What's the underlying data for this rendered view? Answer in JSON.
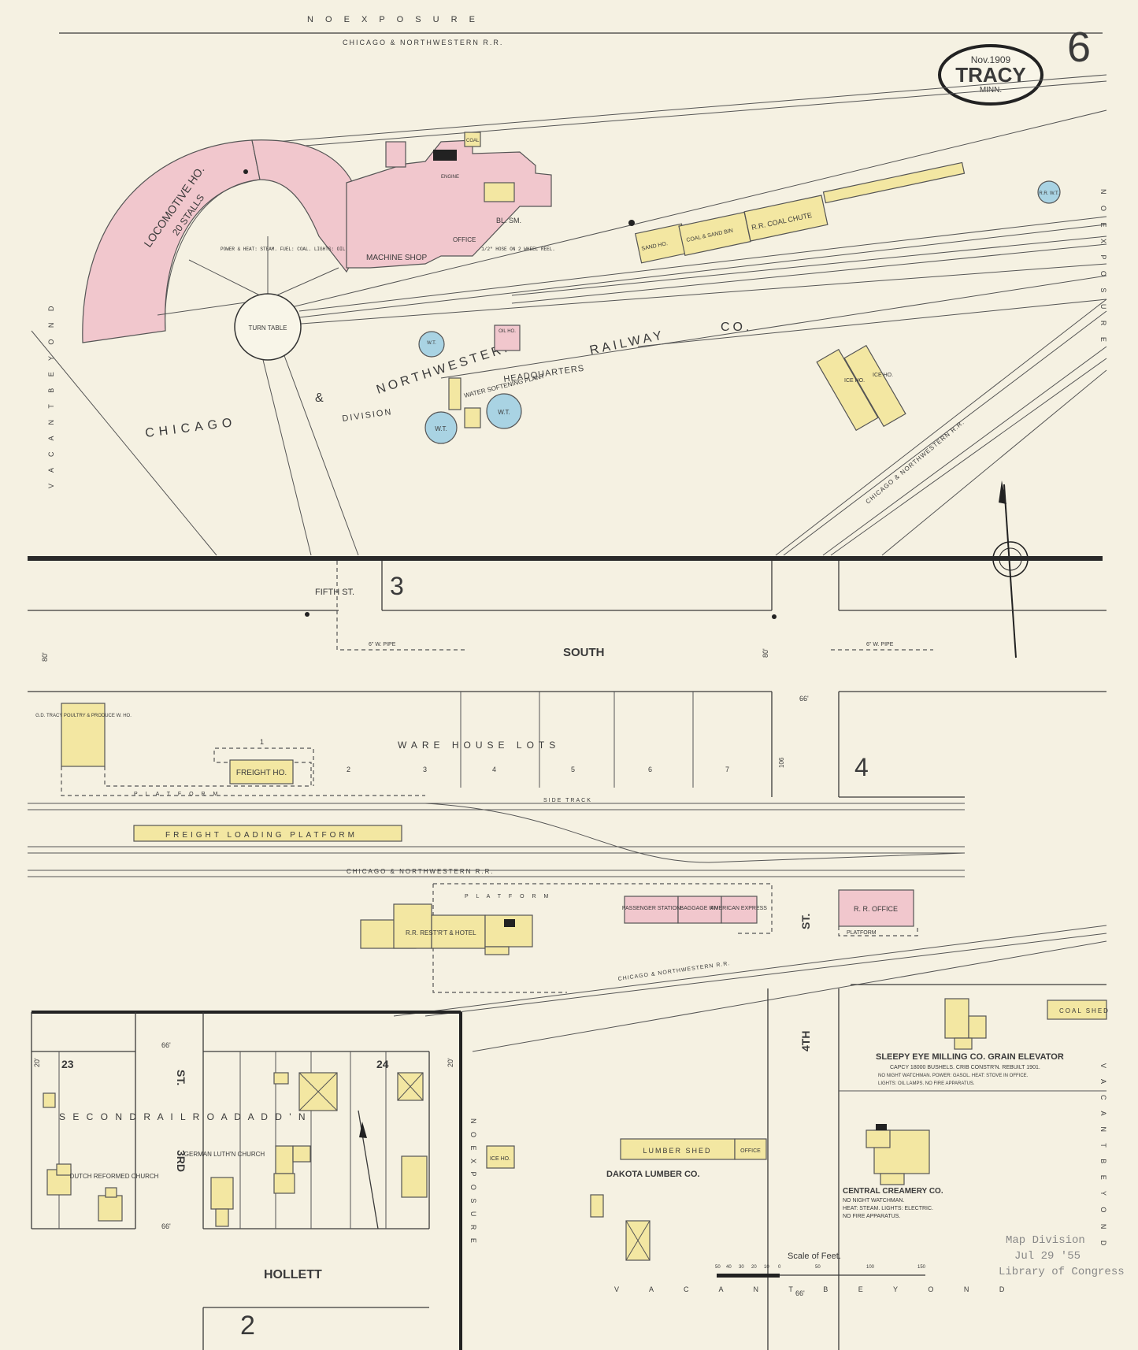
{
  "sheet": {
    "number": "6",
    "cartouche": {
      "date": "Nov.1909",
      "town": "TRACY",
      "state": "MINN."
    },
    "stamp": {
      "line1": "Map Division",
      "line2": "Jul 29 '55",
      "line3": "Library of Congress"
    }
  },
  "border_labels": {
    "top": "N O   E X P O S U R E",
    "left": "V A C A N T   B E Y O N D",
    "right_top": "N O   E X P O S U R E",
    "right_bottom": "V A C A N T   B E Y O N D",
    "bottom": "V A C A N T   B E Y O N D",
    "inner_left": "N O   E X P O S U R E"
  },
  "railroads": {
    "top": "CHICAGO & NORTHWESTERN R.R.",
    "middle": "CHICAGO & NORTHWESTERN R.R.",
    "diagonal_lower": "CHICAGO & NORTHWESTERN R.R.",
    "diagonal_upper": "CHICAGO & NORTHWESTERN R.R."
  },
  "yard": {
    "company_word1": "CHICAGO",
    "company_word2": "&",
    "company_word3": "NORTHWESTERN",
    "company_word4": "RAILWAY",
    "company_word5": "CO.",
    "division": "DIVISION",
    "headquarters": "HEADQUARTERS",
    "loco_house": "LOCOMOTIVE HO.",
    "stalls": "20 STALLS",
    "turntable": "TURN TABLE",
    "machine_shop": "MACHINE SHOP",
    "office": "OFFICE",
    "bl_sm": "BL. SM.",
    "engine": "ENGINE",
    "coal": "COAL",
    "oil_ho": "OIL HO.",
    "sand_ho": "SAND HO.",
    "coal_sand_bin": "COAL & SAND BIN",
    "coal_chute": "R.R. COAL CHUTE",
    "ice_ho_1": "ICE HO.",
    "ice_ho_2": "ICE HO.",
    "water_plant": "WATER SOFTENING PLANT",
    "wt": "W.T.",
    "rr_wt": "R.R. W.T.",
    "power_note": "POWER & HEAT: STEAM. FUEL: COAL. LIGHTS: OIL. STEAM PUMP AT SHOP. HYDRANTS AS SHOWN. 800' 2 1/2\" HOSE ON 2 WHEEL REEL."
  },
  "streets": {
    "fifth": "FIFTH ST.",
    "south": "SOUTH",
    "fourth_a": "ST.",
    "fourth_b": "4TH",
    "third_a": "ST.",
    "third_b": "3RD",
    "hollett": "HOLLETT",
    "pipe_left": "6\" W. PIPE",
    "pipe_right": "6\" W. PIPE"
  },
  "blocks": {
    "b3": "3",
    "b4": "4",
    "b2": "2",
    "b23": "23",
    "b24": "24"
  },
  "middle": {
    "tracy_poultry": "G.D. TRACY POULTRY & PRODUCE W. HO.",
    "freight_ho": "FREIGHT HO.",
    "warehouse": "WARE   HOUSE   LOTS",
    "lots": [
      "1",
      "2",
      "3",
      "4",
      "5",
      "6",
      "7"
    ],
    "platform": "P L A T F O R M",
    "side_track": "SIDE TRACK",
    "freight_platform": "FREIGHT   LOADING   PLATFORM",
    "hotel": "R.R. REST'R'T & HOTEL",
    "passenger": "PASSENGER STATION",
    "baggage": "BAGGAGE R'M",
    "express": "AMERICAN EXPRESS",
    "rr_office": "R. R. OFFICE",
    "platform2": "PLATFORM",
    "platform3": "P L A T F O R M"
  },
  "lower": {
    "addition": "S E C O N D     R A I L R O A D     A D D ' N",
    "dutch_church": "DUTCH REFORMED CHURCH",
    "german_church": "GERMAN LUTH'N CHURCH",
    "ice_ho": "ICE HO.",
    "lumber_shed": "LUMBER SHED",
    "lumber_office": "OFFICE",
    "dakota": "DAKOTA   LUMBER  CO.",
    "sleepy_eye": "SLEEPY EYE MILLING CO.  GRAIN ELEVATOR",
    "sleepy_note1": "CAPCY 18000 BUSHELS. CRIB CONSTR'N. REBUILT 1901.",
    "sleepy_note2": "NO NIGHT WATCHMAN. POWER: GASOL. HEAT: STOVE IN OFFICE.",
    "sleepy_note3": "LIGHTS: OIL LAMPS. NO FIRE APPARATUS.",
    "coal_shed": "COAL   SHED",
    "creamery": "CENTRAL CREAMERY CO.",
    "creamery_note1": "NO NIGHT WATCHMAN.",
    "creamery_note2": "HEAT: STEAM. LIGHTS: ELECTRIC.",
    "creamery_note3": "NO FIRE APPARATUS."
  },
  "scale": {
    "label": "Scale of Feet.",
    "ticks": [
      "50",
      "40",
      "30",
      "20",
      "10",
      "0",
      "50",
      "100",
      "150"
    ]
  },
  "dims": {
    "d80a": "80'",
    "d80b": "80'",
    "d66a": "66'",
    "d66b": "66'",
    "d66c": "66'",
    "d66d": "66'",
    "d20a": "20'",
    "d20b": "20'"
  },
  "colors": {
    "brick": "#f1c7cd",
    "frame": "#f3e7a2",
    "water_tank": "#a9d3e3",
    "paper": "#f5f1e2"
  }
}
